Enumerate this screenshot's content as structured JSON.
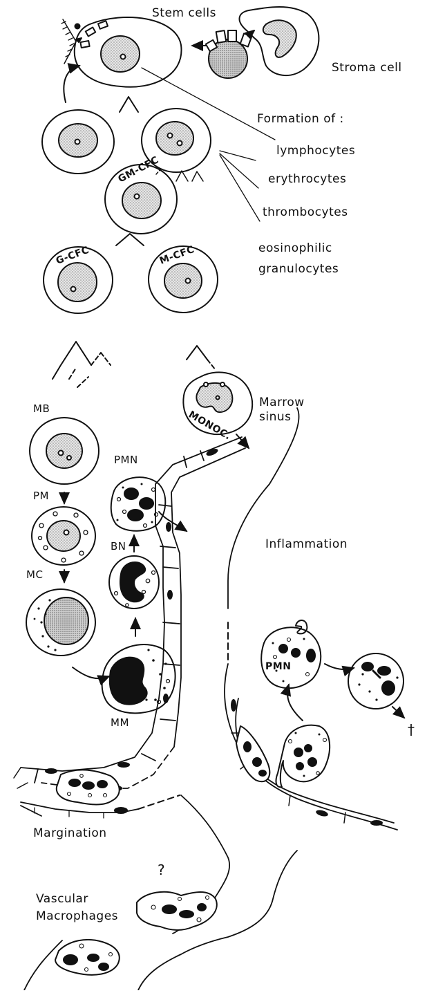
{
  "diagram": {
    "stem_cells": "Stem cells",
    "stroma_cell": "Stroma cell",
    "formation_of": "Formation of :",
    "lineages": [
      "lymphocytes",
      "erythrocytes",
      "thrombocytes",
      "eosinophilic",
      "granulocytes"
    ],
    "gm_cfc": "GM-CFC",
    "g_cfc": "G-CFC",
    "m_cfc": "M-CFC",
    "monoc": "MONOC.",
    "mb": "MB",
    "pm": "PM",
    "mc": "MC",
    "mm": "MM",
    "bn": "BN",
    "pmn": "PMN",
    "pmn_inflam": "PMN",
    "marrow": "Marrow",
    "sinus": "sinus",
    "inflammation": "Inflammation",
    "margination": "Margination",
    "question": "?",
    "vascular": "Vascular",
    "macrophages": "Macrophages",
    "death": "†"
  },
  "colors": {
    "ink": "#111111",
    "stipple": "#cfcfcf",
    "paper": "#ffffff"
  }
}
